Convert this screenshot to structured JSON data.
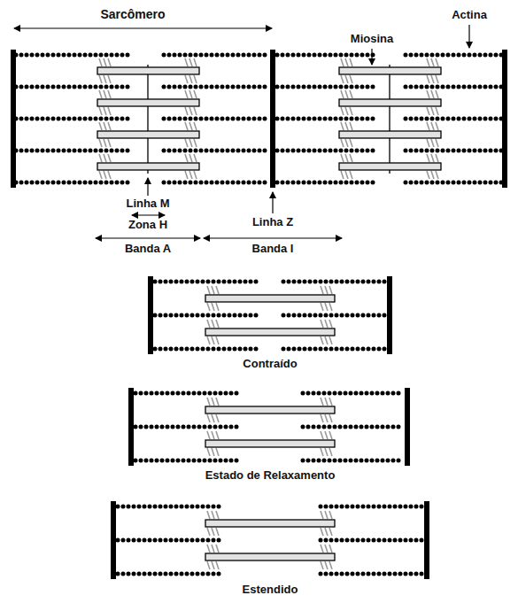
{
  "diagram": {
    "labels": [
      "Sarcômero",
      "Miosina",
      "Actina",
      "Linha M",
      "Zona H",
      "Linha Z",
      "Banda A",
      "Banda I",
      "Contraído",
      "Estado de Relaxamento",
      "Estendido"
    ]
  }
}
